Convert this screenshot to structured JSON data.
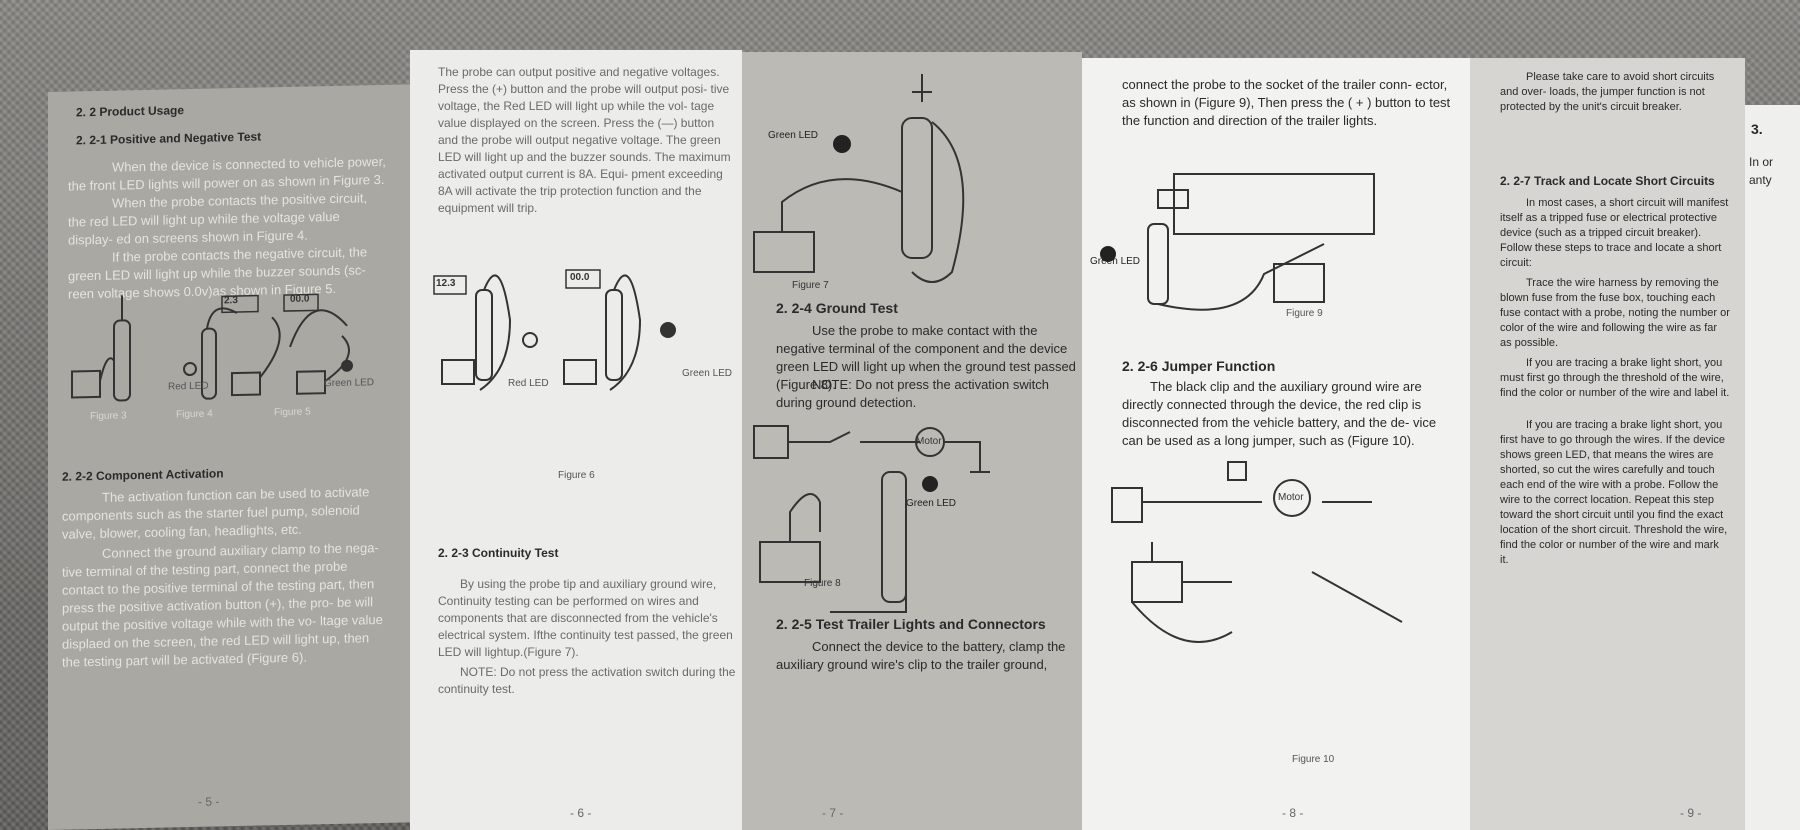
{
  "p5": {
    "h1": "2. 2 Product Usage",
    "h2": "2. 2-1 Positive and Negative Test",
    "para1": "When the device is connected to vehicle power, the front LED lights will power on as shown in Figure 3.",
    "para2": "When the probe contacts the positive circuit, the red LED will light up while the voltage value display- ed on screens shown in Figure 4.",
    "para3": "If the probe contacts the negative circuit, the green LED will light up while the buzzer sounds (sc- reen voltage shows 0.0v)as shown in Figure 5.",
    "disp1": "2.3",
    "disp2": "00.0",
    "red_led": "Red LED",
    "green_led": "Green LED",
    "fig3": "Figure 3",
    "fig4": "Figure 4",
    "fig5": "Figure 5",
    "h3": "2. 2-2 Component Activation",
    "para4": "The activation function can be used to activate components such as the starter fuel pump, solenoid valve, blower, cooling fan, headlights, etc.",
    "para5": "Connect the ground auxiliary clamp to the nega- tive terminal of the testing part, connect the probe contact to the positive terminal of the testing part, then press the positive activation button (+), the pro- be will output the positive voltage while with the vo- ltage value displaed on the screen, the red LED will light up, then the testing part will be activated (Figure 6).",
    "page": "- 5 -"
  },
  "p6": {
    "para1": "The probe can output positive and negative voltages. Press the (+) button and the probe will output posi- tive voltage, the Red LED will light up while the vol- tage value displayed on the screen. Press the (—) button and the probe will output negative voltage. The green LED will light up and the buzzer sounds. The maximum activated output current is 8A. Equi- pment exceeding 8A will activate the trip protection function and the equipment will trip.",
    "disp1": "12.3",
    "disp2": "00.0",
    "red_led": "Red LED",
    "green_led": "Green LED",
    "fig6": "Figure 6",
    "h1": "2. 2-3 Continuity Test",
    "para2": "By using the probe tip and auxiliary ground wire, Continuity testing can be performed on wires and components that are disconnected from the vehicle's electrical system. Ifthe continuity test passed, the green LED will lightup.(Figure 7).",
    "note": "NOTE: Do not press the activation switch during the continuity test.",
    "page": "- 6 -"
  },
  "p7": {
    "green_led1": "Green LED",
    "fig7": "Figure 7",
    "h1": "2. 2-4 Ground Test",
    "para1": "Use the probe to make contact with the negative terminal of the component and the device green LED will light up when the ground test passed (Figure 8).",
    "note": "NOTE: Do not press the activation switch during ground detection.",
    "motor": "Motor",
    "green_led2": "Green LED",
    "fig8": "Figure 8",
    "h2": "2. 2-5 Test Trailer Lights and Connectors",
    "para2": "Connect the device to the battery, clamp the auxiliary ground wire's clip to the trailer ground,",
    "page": "- 7 -"
  },
  "p8": {
    "para1": "connect the probe to the socket of the trailer conn- ector, as shown in (Figure 9), Then press the ( + ) button to test the function and direction of the trailer lights.",
    "green_led": "Green LED",
    "fig9": "Figure 9",
    "h1": "2. 2-6 Jumper Function",
    "para2": "The black clip and the auxiliary ground wire are directly connected through the device, the red clip is disconnected from the vehicle battery, and the de- vice can be used as a long jumper, such as (Figure 10).",
    "motor": "Motor",
    "fig10": "Figure 10",
    "page": "- 8 -"
  },
  "p9": {
    "para1": "Please take care to avoid short circuits and over- loads, the jumper function is not protected by the unit's circuit breaker.",
    "h1": "2. 2-7 Track and Locate Short Circuits",
    "para2": "In most cases, a short circuit will manifest itself as a tripped fuse or electrical protective device (such as a tripped circuit breaker). Follow these steps to trace and locate a short circuit:",
    "para3": "Trace the wire harness by removing the blown fuse from the fuse box, touching each fuse contact with a probe, noting the number or color of the wire and following the wire as far as possible.",
    "para4": "If you are tracing a brake light short, you must first go through the threshold of the wire, find the color or number of the wire and label it.",
    "para5": "If you are tracing a brake light short, you first have to go through the wires. If the device shows green LED, that means the wires are shorted, so cut the wires carefully and touch each end of the wire with a probe. Follow the wire to the correct location. Repeat this step toward the short circuit until you find the exact location of the short circuit. Threshold the wire, find the color or number of the wire and mark it.",
    "page": "- 9 -"
  },
  "p10": {
    "num": "3.",
    "line1": "In or",
    "line2": "anty"
  }
}
